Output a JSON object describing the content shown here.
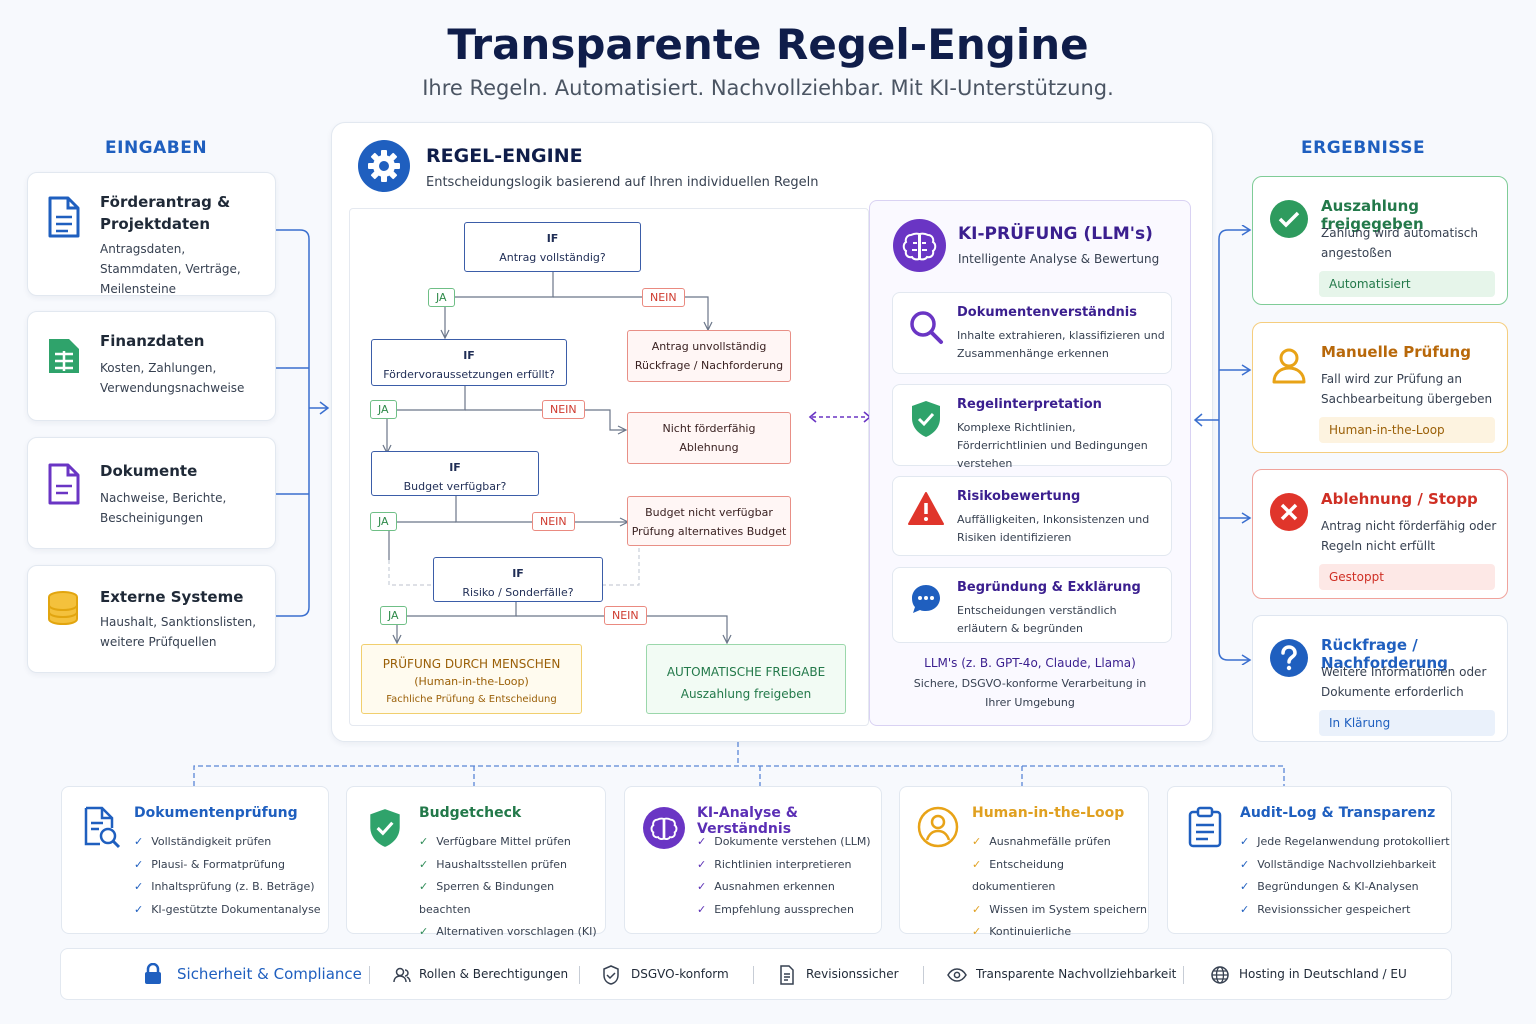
{
  "header": {
    "title": "Transparente Regel-Engine",
    "subtitle": "Ihre Regeln. Automatisiert. Nachvollziehbar. Mit KI-Unterstützung."
  },
  "inputs": {
    "heading": "EINGABEN",
    "items": [
      {
        "title": "Förderantrag & Projektdaten",
        "desc": "Antragsdaten, Stammdaten, Verträge, Meilensteine",
        "icon": "document-icon"
      },
      {
        "title": "Finanzdaten",
        "desc": "Kosten, Zahlungen, Verwendungsnachweise",
        "icon": "spreadsheet-icon"
      },
      {
        "title": "Dokumente",
        "desc": "Nachweise, Berichte, Bescheinigungen",
        "icon": "document-icon"
      },
      {
        "title": "Externe Systeme",
        "desc": "Haushalt, Sanktionslisten, weitere Prüfquellen",
        "icon": "database-icon"
      }
    ]
  },
  "engine": {
    "title": "REGEL-ENGINE",
    "subtitle": "Entscheidungslogik basierend auf Ihren individuellen Regeln",
    "icon": "gear-icon"
  },
  "flow": {
    "if_label": "IF",
    "ja": "JA",
    "nein": "NEIN",
    "q1": "Antrag vollständig?",
    "q2": "Fördervoraussetzungen erfüllt?",
    "q3": "Budget verfügbar?",
    "q4": "Risiko / Sonderfälle?",
    "r1": {
      "title": "Antrag unvollständig",
      "desc": "Rückfrage / Nachforderung"
    },
    "r2": {
      "title": "Nicht förderfähig",
      "desc": "Ablehnung"
    },
    "r3": {
      "title": "Budget nicht verfügbar",
      "desc": "Prüfung alternatives Budget"
    },
    "human": {
      "title": "PRÜFUNG DURCH MENSCHEN",
      "sub": "(Human-in-the-Loop)",
      "desc": "Fachliche Prüfung & Entscheidung"
    },
    "auto": {
      "title": "AUTOMATISCHE FREIGABE",
      "desc": "Auszahlung freigeben"
    }
  },
  "ki": {
    "title": "KI-PRÜFUNG (LLM's)",
    "subtitle": "Intelligente Analyse & Bewertung",
    "icon": "brain-icon",
    "items": [
      {
        "title": "Dokumentenverständnis",
        "desc": "Inhalte extrahieren, klassifizieren und Zusammenhänge erkennen",
        "icon": "search-icon"
      },
      {
        "title": "Regelinterpretation",
        "desc": "Komplexe Richtlinien, Förderrichtlinien und Bedingungen verstehen",
        "icon": "shield-check-icon"
      },
      {
        "title": "Risikobewertung",
        "desc": "Auffälligkeiten, Inkonsistenzen und Risiken identifizieren",
        "icon": "warning-icon"
      },
      {
        "title": "Begründung & Exklärung",
        "desc": "Entscheidungen verständlich erläutern & begründen",
        "icon": "chat-icon"
      }
    ],
    "footer_title": "LLM's (z. B. GPT-4o, Claude, Llama)",
    "footer_desc": "Sichere, DSGVO-konforme Verarbeitung in Ihrer Umgebung"
  },
  "results": {
    "heading": "ERGEBNISSE",
    "items": [
      {
        "title": "Auszahlung freigegeben",
        "desc": "Zahlung wird automatisch angestoßen",
        "tag": "Automatisiert",
        "color": "#2e8b57",
        "icon": "check-circle-icon"
      },
      {
        "title": "Manuelle Prüfung",
        "desc": "Fall wird zur Prüfung an Sachbearbeitung übergeben",
        "tag": "Human-in-the-Loop",
        "color": "#d98a0b",
        "icon": "user-icon"
      },
      {
        "title": "Ablehnung / Stopp",
        "desc": "Antrag nicht förderfähig oder Regeln nicht erfüllt",
        "tag": "Gestoppt",
        "color": "#d93a2f",
        "icon": "x-circle-icon"
      },
      {
        "title": "Rückfrage / Nachforderung",
        "desc": "Weitere Informationen oder Dokumente erforderlich",
        "tag": "In Klärung",
        "color": "#1f5fbf",
        "icon": "question-circle-icon"
      }
    ]
  },
  "bottom": [
    {
      "title": "Dokumentenprüfung",
      "color": "#1f5fbf",
      "icon": "document-search-icon",
      "items": [
        "Vollständigkeit prüfen",
        "Plausi- & Formatprüfung",
        "Inhaltsprüfung (z. B. Beträge)",
        "KI-gestützte Dokumentanalyse"
      ]
    },
    {
      "title": "Budgetcheck",
      "color": "#2e8b57",
      "icon": "shield-check-icon",
      "items": [
        "Verfügbare Mittel prüfen",
        "Haushaltsstellen prüfen",
        "Sperren & Bindungen beachten",
        "Alternativen vorschlagen (KI)"
      ]
    },
    {
      "title": "KI-Analyse & Verständnis",
      "color": "#5b2fb5",
      "icon": "brain-icon",
      "items": [
        "Dokumente verstehen (LLM)",
        "Richtlinien interpretieren",
        "Ausnahmen erkennen",
        "Empfehlung aussprechen"
      ]
    },
    {
      "title": "Human-in-the-Loop",
      "color": "#e0a020",
      "icon": "user-icon",
      "items": [
        "Ausnahmefälle prüfen",
        "Entscheidung dokumentieren",
        "Wissen im System speichern",
        "Kontinuierliche Verbesserung"
      ]
    },
    {
      "title": "Audit-Log & Transparenz",
      "color": "#1f5fbf",
      "icon": "clipboard-icon",
      "items": [
        "Jede Regelanwendung protokolliert",
        "Vollständige Nachvollziehbarkeit",
        "Begründungen & KI-Analysen",
        "Revisionssicher gespeichert"
      ]
    }
  ],
  "footer": {
    "main": "Sicherheit & Compliance",
    "items": [
      "Rollen & Berechtigungen",
      "DSGVO-konform",
      "Revisionssicher",
      "Transparente Nachvollziehbarkeit",
      "Hosting in Deutschland / EU"
    ]
  }
}
